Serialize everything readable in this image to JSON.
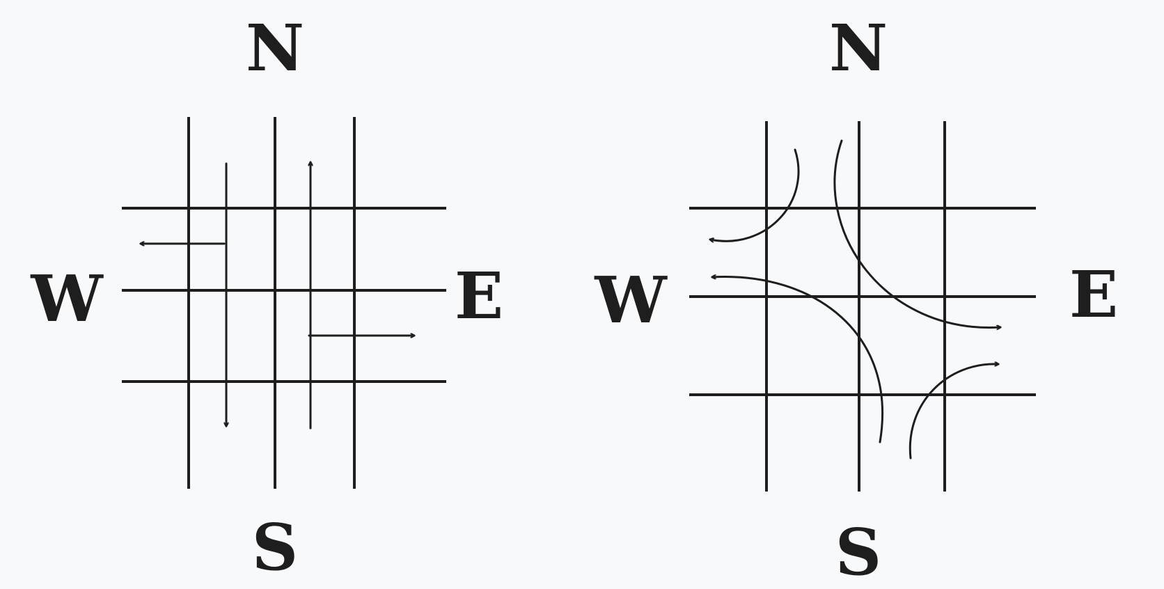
{
  "colors": {
    "background": "#f8f9fa",
    "ink": "#1e1e1e"
  },
  "diagrams": [
    {
      "id": "straight-movements",
      "labels": {
        "north": "N",
        "south": "S",
        "west": "W",
        "east": "E"
      }
    },
    {
      "id": "turning-movements",
      "labels": {
        "north": "N",
        "south": "S",
        "west": "W",
        "east": "E"
      }
    }
  ]
}
